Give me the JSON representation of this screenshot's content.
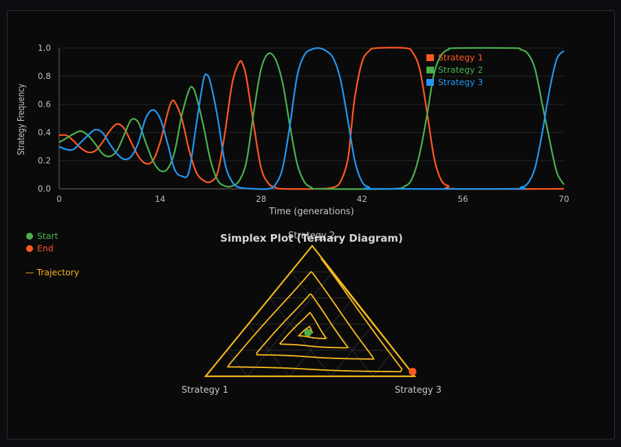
{
  "chart_data": [
    {
      "type": "line",
      "title": "",
      "xlabel": "Time (generations)",
      "ylabel": "Strategy Frequency",
      "xlim": [
        0,
        70
      ],
      "ylim": [
        0,
        1
      ],
      "xticks": [
        "0",
        "14",
        "28",
        "42",
        "56",
        "70"
      ],
      "yticks": [
        "0.0",
        "0.2",
        "0.4",
        "0.6",
        "0.8",
        "1.0"
      ],
      "grid": true,
      "legend": "top-right",
      "series": [
        {
          "name": "Strategy 1",
          "color": "#ff5722",
          "points": [
            [
              0,
              0.38
            ],
            [
              1,
              0.38
            ],
            [
              2,
              0.34
            ],
            [
              3,
              0.29
            ],
            [
              4,
              0.26
            ],
            [
              5,
              0.27
            ],
            [
              6,
              0.33
            ],
            [
              7,
              0.41
            ],
            [
              8,
              0.46
            ],
            [
              9,
              0.43
            ],
            [
              10,
              0.33
            ],
            [
              11,
              0.23
            ],
            [
              12,
              0.18
            ],
            [
              13,
              0.2
            ],
            [
              14,
              0.33
            ],
            [
              15,
              0.53
            ],
            [
              15.5,
              0.61
            ],
            [
              16,
              0.62
            ],
            [
              17,
              0.5
            ],
            [
              18,
              0.28
            ],
            [
              19,
              0.12
            ],
            [
              20,
              0.06
            ],
            [
              21,
              0.05
            ],
            [
              22,
              0.12
            ],
            [
              23,
              0.4
            ],
            [
              24,
              0.75
            ],
            [
              25,
              0.9
            ],
            [
              25.5,
              0.88
            ],
            [
              26,
              0.78
            ],
            [
              27,
              0.45
            ],
            [
              28,
              0.15
            ],
            [
              29,
              0.04
            ],
            [
              30,
              0.01
            ],
            [
              31,
              0.0
            ],
            [
              36,
              0.0
            ],
            [
              38,
              0.01
            ],
            [
              39,
              0.05
            ],
            [
              40,
              0.2
            ],
            [
              40.5,
              0.42
            ],
            [
              41,
              0.65
            ],
            [
              42,
              0.9
            ],
            [
              43,
              0.98
            ],
            [
              44,
              1.0
            ],
            [
              48,
              1.0
            ],
            [
              49,
              0.97
            ],
            [
              50,
              0.85
            ],
            [
              51,
              0.55
            ],
            [
              52,
              0.22
            ],
            [
              53,
              0.06
            ],
            [
              54,
              0.02
            ],
            [
              55,
              0.0
            ],
            [
              70,
              0.0
            ]
          ]
        },
        {
          "name": "Strategy 2",
          "color": "#4caf50",
          "points": [
            [
              0,
              0.33
            ],
            [
              1,
              0.36
            ],
            [
              2,
              0.39
            ],
            [
              3,
              0.41
            ],
            [
              4,
              0.38
            ],
            [
              5,
              0.32
            ],
            [
              6,
              0.25
            ],
            [
              7,
              0.23
            ],
            [
              8,
              0.27
            ],
            [
              9,
              0.38
            ],
            [
              10,
              0.49
            ],
            [
              11,
              0.47
            ],
            [
              12,
              0.33
            ],
            [
              13,
              0.2
            ],
            [
              14,
              0.13
            ],
            [
              15,
              0.14
            ],
            [
              16,
              0.26
            ],
            [
              17,
              0.52
            ],
            [
              18,
              0.7
            ],
            [
              18.5,
              0.72
            ],
            [
              19,
              0.66
            ],
            [
              20,
              0.45
            ],
            [
              21,
              0.2
            ],
            [
              22,
              0.06
            ],
            [
              23,
              0.02
            ],
            [
              24,
              0.02
            ],
            [
              25,
              0.06
            ],
            [
              26,
              0.2
            ],
            [
              27,
              0.55
            ],
            [
              28,
              0.85
            ],
            [
              29,
              0.96
            ],
            [
              30,
              0.92
            ],
            [
              31,
              0.75
            ],
            [
              32,
              0.45
            ],
            [
              33,
              0.18
            ],
            [
              34,
              0.05
            ],
            [
              35,
              0.01
            ],
            [
              36,
              0.0
            ],
            [
              46,
              0.0
            ],
            [
              48,
              0.02
            ],
            [
              49,
              0.08
            ],
            [
              50,
              0.25
            ],
            [
              51,
              0.52
            ],
            [
              52,
              0.82
            ],
            [
              53,
              0.95
            ],
            [
              54,
              0.99
            ],
            [
              55,
              1.0
            ],
            [
              63,
              1.0
            ],
            [
              64,
              0.99
            ],
            [
              65,
              0.96
            ],
            [
              66,
              0.85
            ],
            [
              67,
              0.6
            ],
            [
              68,
              0.35
            ],
            [
              69,
              0.12
            ],
            [
              70,
              0.03
            ]
          ]
        },
        {
          "name": "Strategy 3",
          "color": "#2196f3",
          "points": [
            [
              0,
              0.3
            ],
            [
              1,
              0.28
            ],
            [
              2,
              0.28
            ],
            [
              3,
              0.33
            ],
            [
              4,
              0.38
            ],
            [
              5,
              0.42
            ],
            [
              6,
              0.4
            ],
            [
              7,
              0.32
            ],
            [
              8,
              0.25
            ],
            [
              9,
              0.21
            ],
            [
              10,
              0.23
            ],
            [
              11,
              0.33
            ],
            [
              12,
              0.5
            ],
            [
              13,
              0.56
            ],
            [
              14,
              0.5
            ],
            [
              15,
              0.33
            ],
            [
              16,
              0.14
            ],
            [
              17,
              0.09
            ],
            [
              18,
              0.12
            ],
            [
              19,
              0.45
            ],
            [
              20,
              0.77
            ],
            [
              20.5,
              0.81
            ],
            [
              21,
              0.75
            ],
            [
              22,
              0.5
            ],
            [
              23,
              0.18
            ],
            [
              24,
              0.05
            ],
            [
              25,
              0.01
            ],
            [
              27,
              0.0
            ],
            [
              29,
              0.0
            ],
            [
              30,
              0.03
            ],
            [
              31,
              0.15
            ],
            [
              32,
              0.45
            ],
            [
              33,
              0.8
            ],
            [
              34,
              0.95
            ],
            [
              35,
              0.99
            ],
            [
              36,
              1.0
            ],
            [
              37,
              0.98
            ],
            [
              38,
              0.93
            ],
            [
              39,
              0.78
            ],
            [
              40,
              0.5
            ],
            [
              41,
              0.2
            ],
            [
              42,
              0.05
            ],
            [
              43,
              0.01
            ],
            [
              44,
              0.0
            ],
            [
              63,
              0.0
            ],
            [
              64,
              0.01
            ],
            [
              65,
              0.04
            ],
            [
              66,
              0.15
            ],
            [
              67,
              0.4
            ],
            [
              68,
              0.7
            ],
            [
              69,
              0.92
            ],
            [
              70,
              0.98
            ]
          ]
        }
      ]
    },
    {
      "type": "scatter",
      "title": "Simplex Plot (Ternary Diagram)",
      "vertices": [
        "Strategy 1",
        "Strategy 2",
        "Strategy 3"
      ],
      "legend": {
        "start_label": "Start",
        "end_label": "End",
        "trajectory_label": "— Trajectory"
      },
      "colors": {
        "trajectory": "#f5b71b",
        "start": "#4caf50",
        "end": "#ff5722",
        "frame": "#f5b71b",
        "grid": "#2e2e2e"
      },
      "trajectory_spiral": {
        "center": [
          0.335,
          0.345,
          0.32
        ],
        "turns": 4.3,
        "end_point": [
          0.0,
          0.02,
          0.98
        ]
      }
    }
  ]
}
